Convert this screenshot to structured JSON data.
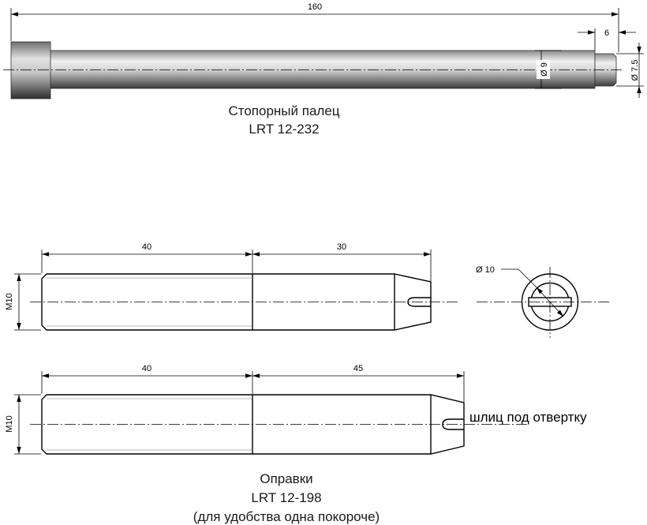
{
  "colors": {
    "line": "#000000",
    "pin_light": "#e6e6e6",
    "pin_dark": "#555555",
    "background": "#ffffff"
  },
  "stop_pin": {
    "caption_line1": "Стопорный палец",
    "caption_line2": "LRT 12-232",
    "dim_overall_length": "160",
    "dim_tip_length": "6",
    "dim_body_diameter": "Ø 9",
    "dim_tip_diameter": "Ø 7.5"
  },
  "mandrel_short": {
    "dim_thread_length": "40",
    "dim_shank_length": "30",
    "dim_thread": "M10"
  },
  "end_view": {
    "dim_diameter": "Ø 10"
  },
  "mandrel_long": {
    "dim_thread_length": "40",
    "dim_shank_length": "45",
    "dim_thread": "M10",
    "slot_label": "шлиц под отвертку"
  },
  "mandrels": {
    "caption_line1": "Оправки",
    "caption_line2": "LRT 12-198",
    "caption_line3": "(для удобства одна покороче)"
  }
}
